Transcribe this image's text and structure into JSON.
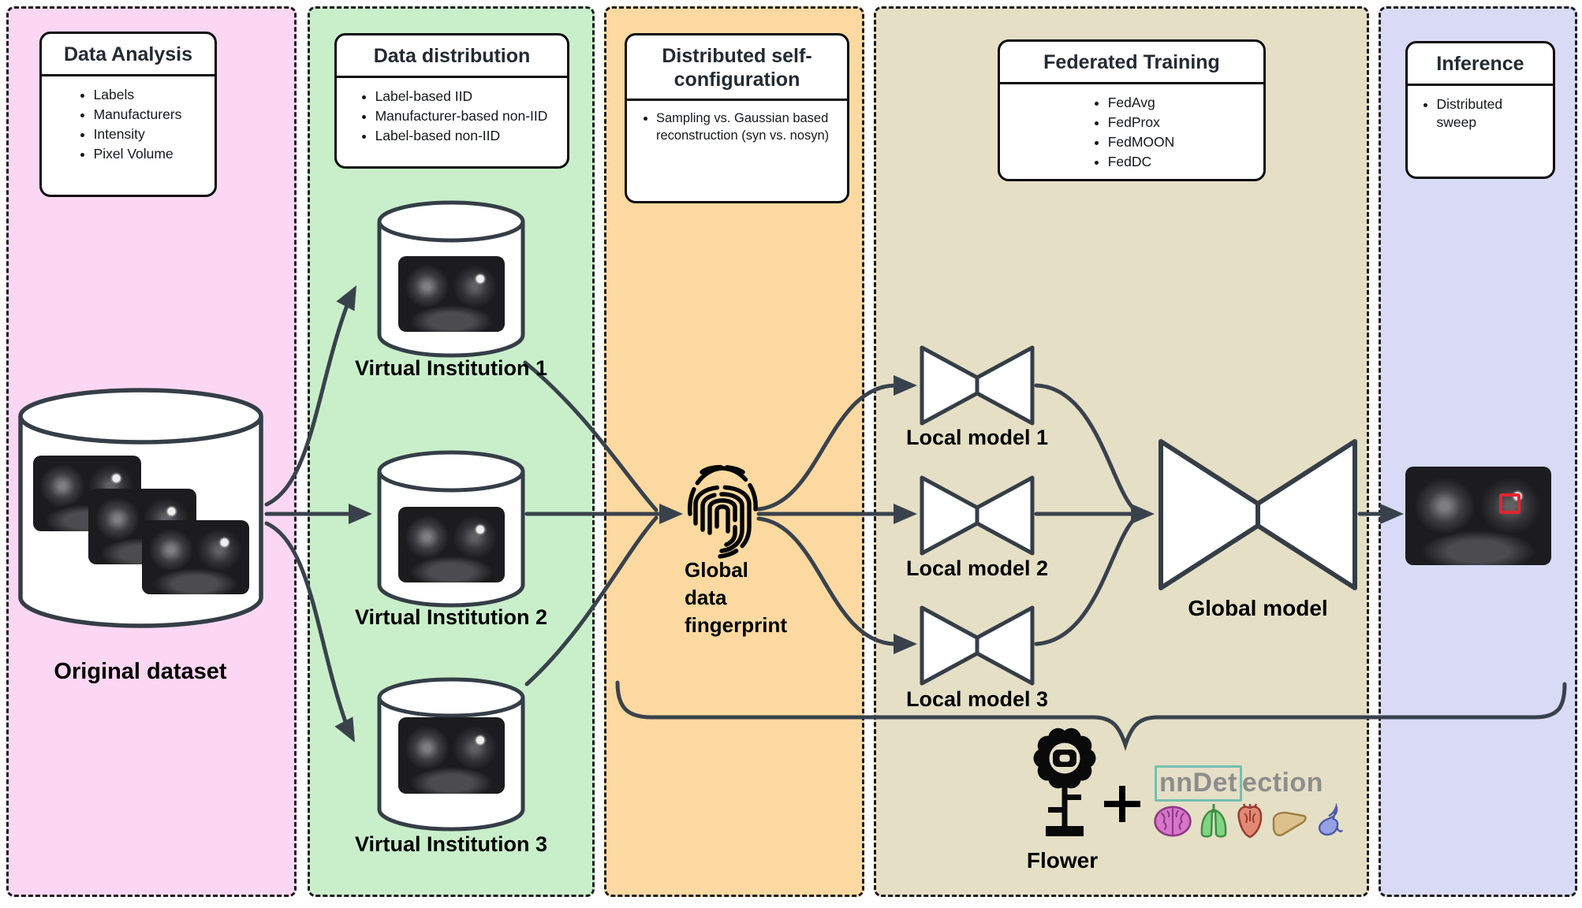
{
  "colors": {
    "panel_data_analysis": "#fbd7f3",
    "panel_data_distribution": "#c9efca",
    "panel_self_configuration": "#fcd9a1",
    "panel_federated_training": "#e5dfc6",
    "panel_inference": "#d8daf6",
    "connector_line": "#39424c",
    "detection_box_red": "#e3242b",
    "nndetection_box_teal": "#74c0b0",
    "nndetection_text_gray": "#8d8d8d"
  },
  "panels": [
    {
      "title": "Data Analysis",
      "items": [
        "Labels",
        "Manufacturers",
        "Intensity",
        "Pixel Volume"
      ]
    },
    {
      "title": "Data distribution",
      "items": [
        "Label-based IID",
        "Manufacturer-based non-IID",
        "Label-based non-IID"
      ]
    },
    {
      "title": "Distributed self-configuration",
      "items": [
        "Sampling vs.  Gaussian based reconstruction (syn vs. nosyn)"
      ]
    },
    {
      "title": "Federated Training",
      "items": [
        "FedAvg",
        "FedProx",
        "FedMOON",
        "FedDC"
      ]
    },
    {
      "title": "Inference",
      "items": [
        "Distributed sweep"
      ]
    }
  ],
  "nodes": {
    "original_dataset_label": "Original dataset",
    "virtual_institution_labels": [
      "Virtual Institution 1",
      "Virtual Institution 2",
      "Virtual Institution 3"
    ],
    "fingerprint_label_lines": [
      "Global",
      "data",
      "fingerprint"
    ],
    "local_model_labels": [
      "Local model 1",
      "Local model 2",
      "Local model 3"
    ],
    "global_model_label": "Global model",
    "flower_label": "Flower",
    "plus_sign": "+",
    "nndetection_boxed_text": "nnDet",
    "nndetection_rest_text": "ection"
  },
  "icons": [
    "database-cylinder-icon",
    "mri-scan-thumbnail",
    "fingerprint-icon",
    "autoencoder-bowtie-icon",
    "flower-logo-icon",
    "plus-icon",
    "brain-icon",
    "lungs-icon",
    "heart-icon",
    "liver-icon",
    "stomach-icon",
    "brace-connector",
    "arrow-icon"
  ]
}
